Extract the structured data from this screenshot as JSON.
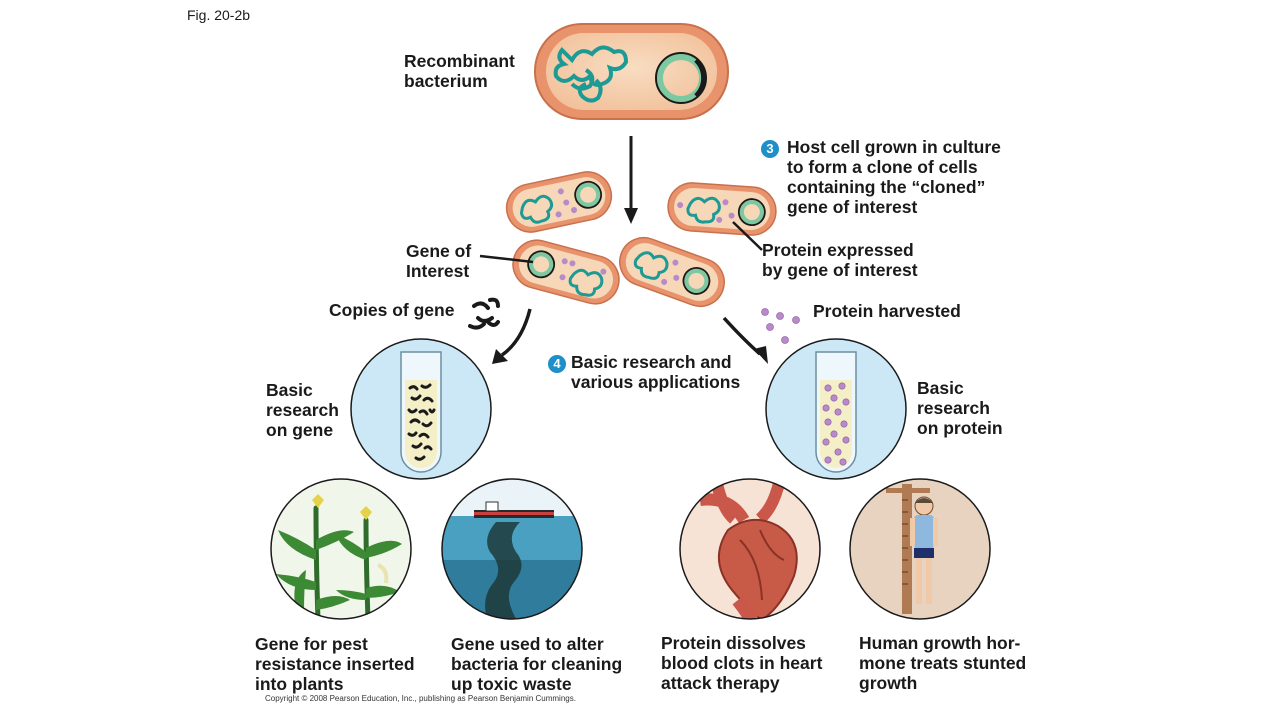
{
  "figure_label": "Fig. 20-2b",
  "copyright": "Copyright © 2008 Pearson Education, Inc., publishing as Pearson Benjamin Cummings.",
  "labels": {
    "recombinant": "Recombinant\nbacterium",
    "step3_text": "Host cell grown in culture\nto form a clone of cells\ncontaining the “cloned”\ngene of interest",
    "gene_of_interest": "Gene of\nInterest",
    "protein_expressed": "Protein expressed\nby gene of interest",
    "copies_of_gene": "Copies of gene",
    "protein_harvested": "Protein harvested",
    "step4_text": "Basic research and\nvarious applications",
    "basic_gene": "Basic\nresearch\non gene",
    "basic_protein": "Basic\nresearch\non protein",
    "app_pest": "Gene for pest\nresistance inserted\ninto plants",
    "app_toxic": "Gene used to alter\nbacteria for cleaning\nup toxic waste",
    "app_clots": "Protein dissolves\nblood clots in heart\nattack therapy",
    "app_growth": "Human growth hor-\nmone treats stunted\ngrowth"
  },
  "steps": {
    "step3": "3",
    "step4": "4"
  },
  "colors": {
    "cell_body": "#e8a07a",
    "cell_inner": "#f6d7b8",
    "dna": "#1d9a93",
    "plasmid": "#7cc8a0",
    "protein": "#b88ac8",
    "circle_fill": "#cce8f6",
    "step_badge": "#1e8fc8"
  }
}
